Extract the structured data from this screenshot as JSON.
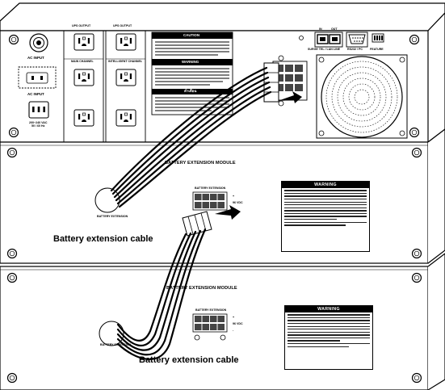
{
  "ups_panel": {
    "ac_input_label": "AC INPUT",
    "ac_output_label": "AC INPUT",
    "voltage_label": "200~240 VAC\n50 / 60 Hz",
    "ups_output_left": "UPS OUTPUT",
    "ups_output_right": "UPS OUTPUT",
    "main_channel": "MAIN CHANNEL",
    "intelligent_channel": "INTELLIGENT CHANNEL",
    "caution_title": "CAUTION",
    "warning_title": "WARNING",
    "thai_warning_title": "คำเตือน",
    "surge_label": "SURGE TEL / LAN LINE",
    "in_label": "IN",
    "out_label": "OUT",
    "rs232_label": "RS232 / PC",
    "feature_label": "FEATURE"
  },
  "modules": [
    {
      "title": "BATTERY EXTENSION MODULE",
      "connector_label": "BATTERY EXTENSION",
      "port_label": "BATTERY EXTENSION",
      "voltage": "96 VDC",
      "plus": "+",
      "minus": "-",
      "warning_title": "WARNING",
      "cable_label": "Battery extension cable"
    },
    {
      "title": "BATTERY EXTENSION MODULE",
      "connector_label": "BATTERY EXTENSION",
      "port_label": "BATTERY EXTENSION",
      "voltage": "96 VDC",
      "plus": "+",
      "minus": "-",
      "warning_title": "WARNING",
      "cable_label": "Battery extension cable"
    }
  ]
}
